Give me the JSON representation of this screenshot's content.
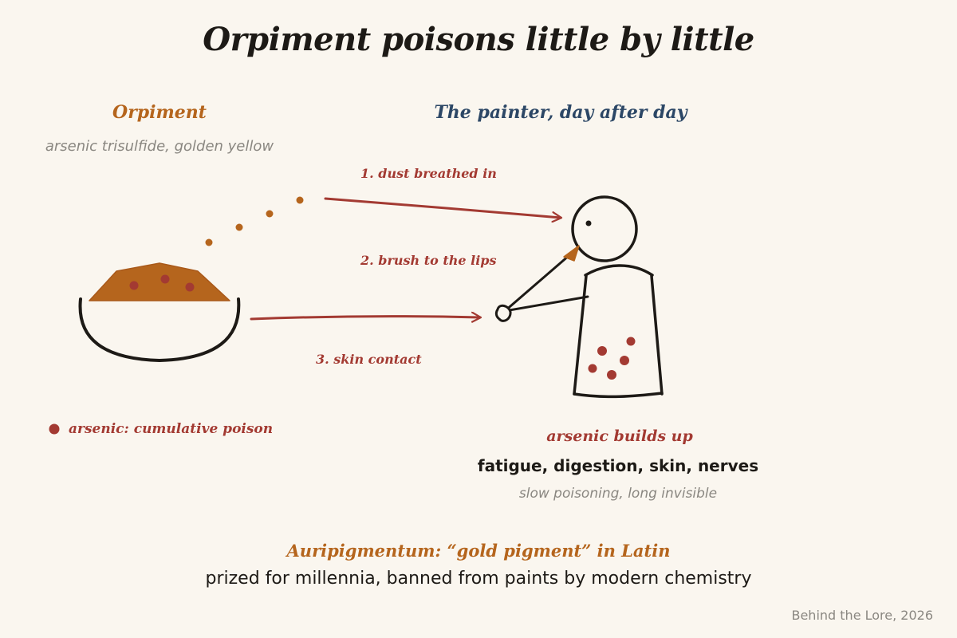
{
  "title": "Orpiment poisons little by little",
  "left": {
    "heading": "Orpiment",
    "subheading": "arsenic trisulfide, golden yellow"
  },
  "right": {
    "heading": "The painter, day after day"
  },
  "routes": [
    {
      "label": "1. dust breathed in"
    },
    {
      "label": "2. brush to the lips"
    },
    {
      "label": "3. skin contact"
    }
  ],
  "legend": {
    "label": "arsenic: cumulative poison"
  },
  "effects": {
    "builds_up": "arsenic builds up",
    "symptoms": "fatigue, digestion, skin, nerves",
    "note": "slow poisoning, long invisible"
  },
  "footer": {
    "latin": "Auripigmentum: “gold pigment” in Latin",
    "history": "prized for millennia, banned from paints by modern chemistry",
    "credit": "Behind the Lore, 2026"
  },
  "colors": {
    "background": "#faf6ef",
    "orpiment": "#b5651d",
    "arsenic": "#a33a32",
    "painter": "#2c4766",
    "ink": "#1d1a16",
    "muted": "#8a8781"
  }
}
